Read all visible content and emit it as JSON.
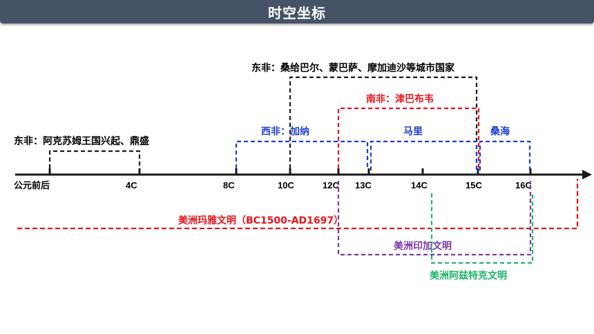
{
  "header": {
    "title": "时空坐标"
  },
  "axis": {
    "ticks": [
      "公元前后",
      "4C",
      "8C",
      "10C",
      "12C",
      "13C",
      "14C",
      "15C",
      "16C"
    ]
  },
  "spans": {
    "axum": "东非：阿克苏姆王国兴起、鼎盛",
    "east_city_states": "东非：桑给巴尔、蒙巴萨、摩加迪沙等城市国家",
    "zimbabwe": "南非：津巴布韦",
    "ghana": "西非：加纳",
    "mali": "马里",
    "songhai": "桑海",
    "maya": "美洲玛雅文明（BC1500-AD1697）",
    "inca": "美洲印加文明",
    "aztec": "美洲阿兹特克文明"
  },
  "colors": {
    "black": "#1a1a1a",
    "red": "#e8141b",
    "blue": "#1f3fd6",
    "purple": "#7a3aa5",
    "green": "#1db56a",
    "header_bg": "#465366"
  }
}
